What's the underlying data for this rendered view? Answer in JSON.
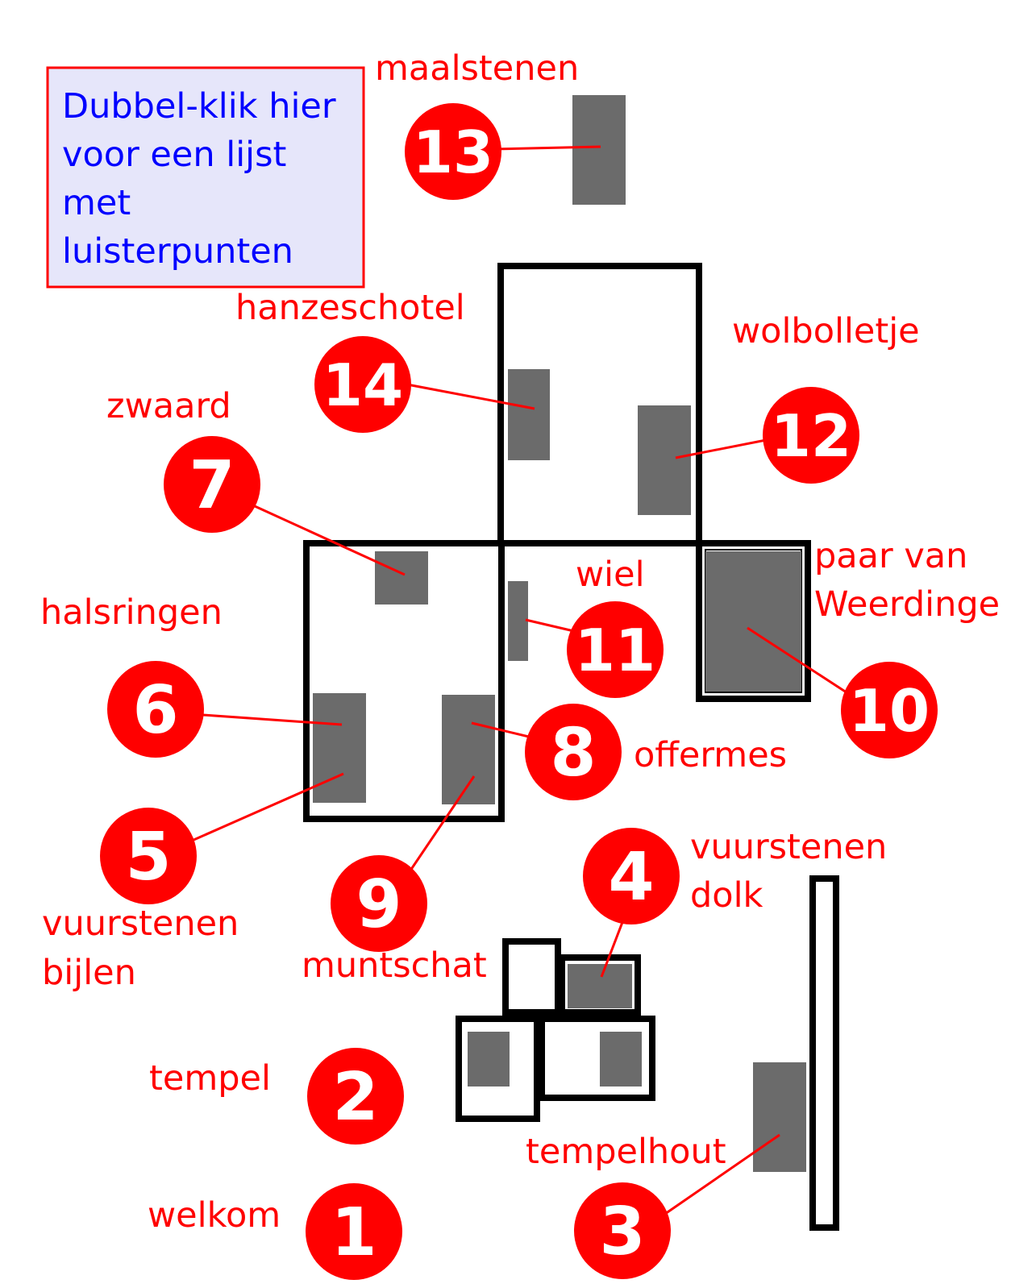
{
  "help_box": {
    "lines": [
      "Dubbel-klik hier",
      "voor een lijst",
      "met",
      "luisterpunten"
    ]
  },
  "points": [
    {
      "number": "1",
      "label": [
        "welkom"
      ]
    },
    {
      "number": "2",
      "label": [
        "tempel"
      ]
    },
    {
      "number": "3",
      "label": [
        "tempelhout"
      ]
    },
    {
      "number": "4",
      "label": [
        "vuurstenen",
        "dolk"
      ]
    },
    {
      "number": "5",
      "label": [
        "vuurstenen",
        "bijlen"
      ]
    },
    {
      "number": "6",
      "label": [
        "halsringen"
      ]
    },
    {
      "number": "7",
      "label": [
        "zwaard"
      ]
    },
    {
      "number": "8",
      "label": [
        "offermes"
      ]
    },
    {
      "number": "9",
      "label": [
        "muntschat"
      ]
    },
    {
      "number": "10",
      "label": [
        "paar van",
        "Weerdinge"
      ]
    },
    {
      "number": "11",
      "label": [
        "wiel"
      ]
    },
    {
      "number": "12",
      "label": [
        "wolbolletje"
      ]
    },
    {
      "number": "13",
      "label": [
        "maalstenen"
      ]
    },
    {
      "number": "14",
      "label": [
        "hanzeschotel"
      ]
    }
  ],
  "colors": {
    "marker": "#ff0000",
    "label": "#ff0000",
    "help_text": "#0000ff",
    "help_border": "#ff0000",
    "help_background": "#e6e6fa",
    "exhibit": "#6b6b6b",
    "building_outline": "#000000"
  }
}
